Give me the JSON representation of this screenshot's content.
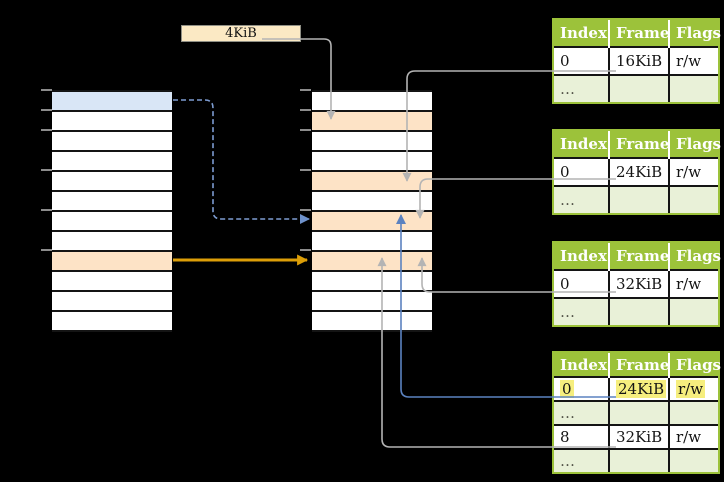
{
  "figure": {
    "frame_label": "4KiB",
    "left_memory_column": {
      "rows": 12,
      "highlighted_rows": [
        {
          "row": 1,
          "color_name": "blue"
        },
        {
          "row": 9,
          "color_name": "orange"
        }
      ],
      "tick_count": 6
    },
    "middle_memory_column": {
      "rows": 12,
      "highlighted_rows": [
        {
          "row": 2,
          "color_name": "orange"
        },
        {
          "row": 5,
          "color_name": "orange"
        },
        {
          "row": 7,
          "color_name": "orange"
        },
        {
          "row": 9,
          "color_name": "orange"
        }
      ],
      "tick_count": 6
    },
    "arrows": [
      {
        "name": "frame-label-to-row2",
        "style": "solid-gray"
      },
      {
        "name": "table1-to-row5",
        "style": "solid-gray"
      },
      {
        "name": "table2-to-row7",
        "style": "solid-gray"
      },
      {
        "name": "table3-to-row9",
        "style": "solid-gray"
      },
      {
        "name": "table4-entry0-to-row7",
        "style": "solid-blue"
      },
      {
        "name": "table4-entry8-to-row9",
        "style": "solid-gray"
      },
      {
        "name": "left-row1-to-middle-row7",
        "style": "dashed-blue"
      },
      {
        "name": "left-row9-to-middle-row9",
        "style": "solid-orange"
      }
    ]
  },
  "page_tables": [
    {
      "headers": [
        "Index",
        "Frame",
        "Flags"
      ],
      "rows": [
        {
          "cells": [
            "0",
            "16KiB",
            "r/w"
          ],
          "highlight": false
        },
        {
          "cells": [
            "…",
            "",
            ""
          ],
          "highlight": false
        }
      ]
    },
    {
      "headers": [
        "Index",
        "Frame",
        "Flags"
      ],
      "rows": [
        {
          "cells": [
            "0",
            "24KiB",
            "r/w"
          ],
          "highlight": false
        },
        {
          "cells": [
            "…",
            "",
            ""
          ],
          "highlight": false
        }
      ]
    },
    {
      "headers": [
        "Index",
        "Frame",
        "Flags"
      ],
      "rows": [
        {
          "cells": [
            "0",
            "32KiB",
            "r/w"
          ],
          "highlight": false
        },
        {
          "cells": [
            "…",
            "",
            ""
          ],
          "highlight": false
        }
      ]
    },
    {
      "headers": [
        "Index",
        "Frame",
        "Flags"
      ],
      "rows": [
        {
          "cells": [
            "0",
            "24KiB",
            "r/w"
          ],
          "highlight": true
        },
        {
          "cells": [
            "…",
            "",
            ""
          ],
          "highlight": false
        },
        {
          "cells": [
            "8",
            "32KiB",
            "r/w"
          ],
          "highlight": false
        },
        {
          "cells": [
            "…",
            "",
            ""
          ],
          "highlight": false
        }
      ]
    }
  ],
  "colors": {
    "background": "#000000",
    "table_header_green": "#9cc23a",
    "table_row_light_green": "#e9f1d8",
    "memory_highlight_blue": "#d9e6f6",
    "memory_highlight_orange": "#fde3c6",
    "frame_label_fill": "#fbe9c4",
    "highlight_yellow": "#f6ee7e",
    "arrow_gray": "#b4b4b4",
    "arrow_blue": "#5b82c0",
    "arrow_dashed_blue": "#7d9cd1",
    "arrow_orange": "#dc9e08",
    "tick_gray": "#8c8c8c"
  }
}
